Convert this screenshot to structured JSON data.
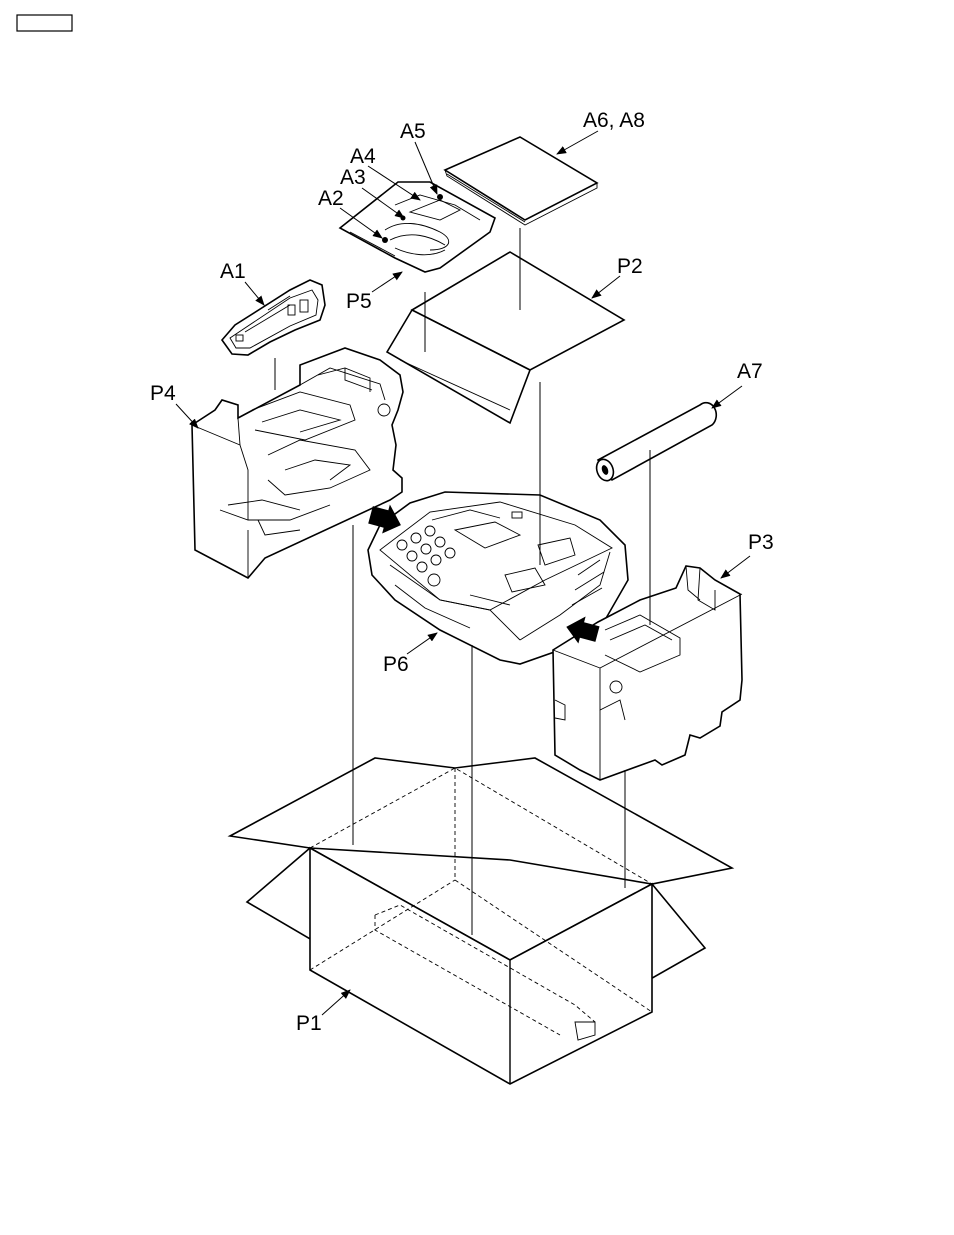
{
  "colors": {
    "line": "#000000",
    "background": "#ffffff"
  },
  "labels": {
    "a1": "A1",
    "a2": "A2",
    "a3": "A3",
    "a4": "A4",
    "a5": "A5",
    "a6_a8": "A6, A8",
    "a7": "A7",
    "p1": "P1",
    "p2": "P2",
    "p3": "P3",
    "p4": "P4",
    "p5": "P5",
    "p6": "P6"
  }
}
